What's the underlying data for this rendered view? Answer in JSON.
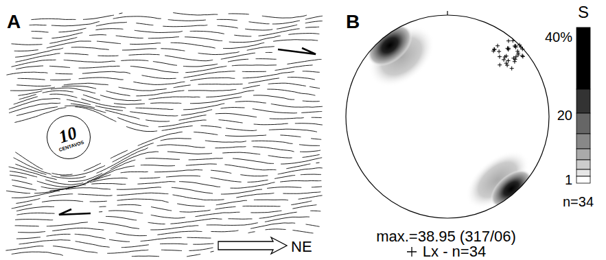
{
  "diagram": {
    "nodes": [
      {
        "text": [
          "10",
          "CENTAVOS"
        ]
      }
    ],
    "labels": [
      "A",
      "B",
      "NE",
      "S",
      "40%",
      "20",
      "1",
      "n=34",
      "max.=38.95 (317/06)"
    ],
    "legend": [
      {
        "text": "Lx - n=34"
      }
    ]
  }
}
